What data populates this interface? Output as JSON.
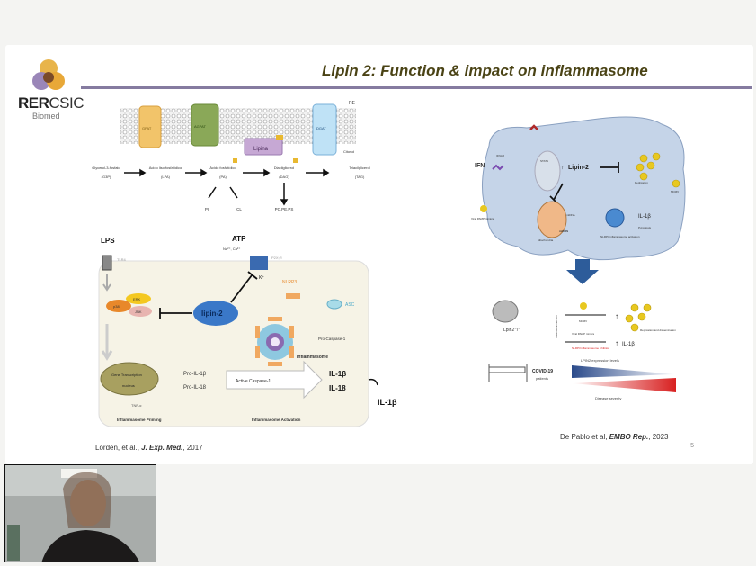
{
  "slide": {
    "logo": {
      "name": "RERCSIC",
      "name_bold": "RER",
      "name_light": "CSIC",
      "subtitle": "Biomed"
    },
    "title": "Lipin 2: Function & impact on inflammasome",
    "page_number": "5",
    "left_top_figure": {
      "membrane_label": "RE",
      "cytosol_label": "Citosol",
      "enzymes": [
        "GPAT",
        "AGPAT",
        "Lipina",
        "DGAT"
      ],
      "metabolites": [
        {
          "name": "Glycerol-3-fosfato",
          "abbr": "(G3P)"
        },
        {
          "name": "Ácido liso fosfatídico",
          "abbr": "(LPA)"
        },
        {
          "name": "Ácido fosfatídico",
          "abbr": "(PA)"
        },
        {
          "name": "Diacilglicerol",
          "abbr": "(DAG)"
        },
        {
          "name": "Triacilglicerol",
          "abbr": "(TAG)"
        }
      ],
      "products": [
        "PI",
        "CL",
        "PC,PE,PS"
      ],
      "phosphate_label": "Pi"
    },
    "left_bottom_figure": {
      "lps": "LPS",
      "tlr4": "TLR4",
      "atp": "ATP",
      "ions": "Na²⁺, Ca²⁺",
      "p2x7r": "P2X₇R",
      "k_ion": "K⁺",
      "kinases": [
        "p38",
        "ERK",
        "JNK"
      ],
      "lipin": "lipin-2",
      "nlrp3": "NLRP3",
      "asc": "ASC",
      "pro_caspase": "Pro-Caspase-1",
      "inflammasome": "Inflammasome",
      "gene_transcription": "Gene Transcription",
      "nucleus": "nucleus",
      "tnf": "TNF-α",
      "pro_il1b": "Pro-IL-1β",
      "pro_il18": "Pro-IL-18",
      "active_caspase": "Active Caspase-1",
      "il1b": "IL-1β",
      "il18": "IL-18",
      "il1b_out": "IL-1β",
      "priming": "Inflammasome Priming",
      "activation": "Inflammasome Activation"
    },
    "left_citation": {
      "authors": "Lordén, et al., ",
      "journal": "J. Exp. Med.",
      "year": ", 2017"
    },
    "right_figure": {
      "ifn": "IFN",
      "ifnar": "IFNAR",
      "lipin2": "Lipin-2",
      "stat1": "STAT1",
      "mt_labels": [
        "Mitochondria",
        "mtDNA",
        "mtROS"
      ],
      "viral_pamp": "Viral PAMP mimics",
      "nlrp3_activation": "NLRP3 inflammasome activation",
      "il1b": "IL-1β",
      "pyroptosis": "Pyroptosis",
      "replication": "Replication",
      "mchv": "MCMV",
      "mouse_label": "Lpin2⁻/⁻",
      "treatment": "Treatment/infection",
      "replication_dissemination": "Replication and dissemination",
      "nlrp3_inhibitor": "NLRP3 inflammasome inhibitor",
      "covid_patients_line1": "COVID-19",
      "covid_patients_line2": "patients",
      "expression_label": "LPIN2 expression levels",
      "severity_label": "Disease severity",
      "colors": {
        "expression": "#2a4a8a",
        "severity": "#d82020",
        "cell": "#c5d4e8",
        "arrow": "#2d5c9a"
      }
    },
    "right_citation": {
      "authors": "De Pablo et al, ",
      "journal": "EMBO Rep.",
      "year": ", 2023"
    }
  },
  "webcam": {
    "label": "participant-video"
  },
  "colors": {
    "title": "#4a4315",
    "rule": "#857ba0",
    "background": "#f4f4f2"
  }
}
